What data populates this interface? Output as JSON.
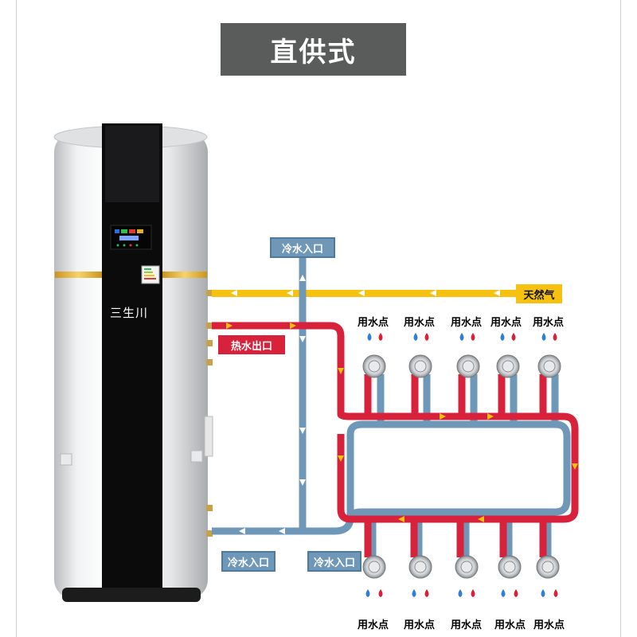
{
  "title": "直供式",
  "brand": "三生川",
  "labels": {
    "cold_in_top": "冷水入口",
    "gas": "天然气",
    "hot_out": "热水出口",
    "cold_in_bottom_left": "冷水入口",
    "cold_in_bottom_mid": "冷水入口",
    "water_point": "用水点"
  },
  "water_points_top": [
    "用水点",
    "用水点",
    "用水点",
    "用水点",
    "用水点"
  ],
  "water_points_bottom": [
    "用水点",
    "用水点",
    "用水点",
    "用水点",
    "用水点"
  ],
  "colors": {
    "hot_pipe": "#d8213a",
    "cold_pipe": "#6e97b8",
    "gas_pipe": "#f6c20f",
    "title_bg": "#5a5b5b"
  },
  "icons": [
    "blue-drop-icon",
    "red-drop-icon",
    "faucet-valve-icon",
    "flow-arrow-icon"
  ]
}
